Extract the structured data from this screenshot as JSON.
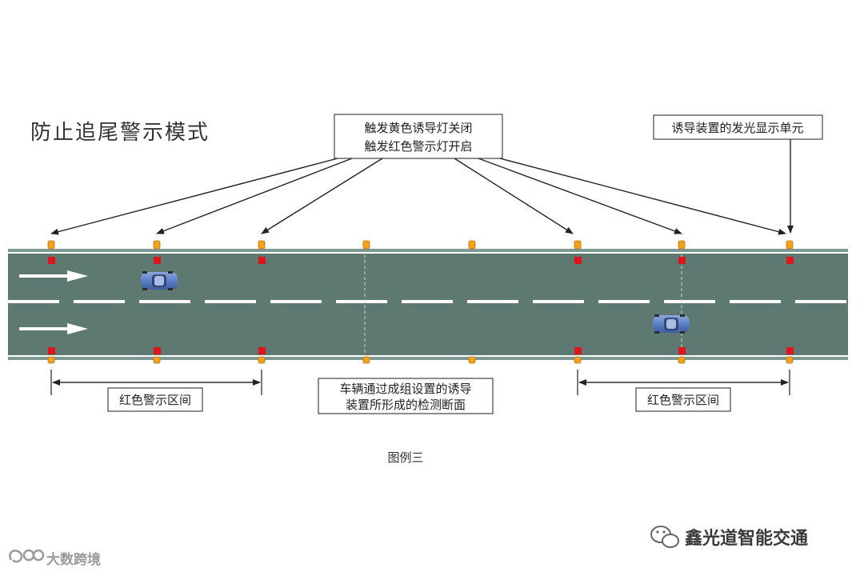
{
  "title": "防止追尾警示模式",
  "callout_trigger": {
    "line1": "触发黄色诱导灯关闭",
    "line2": "触发红色警示灯开启"
  },
  "callout_unit": "诱导装置的发光显示单元",
  "left_interval_label": "红色警示区间",
  "right_interval_label": "红色警示区间",
  "detection_label": {
    "line1": "车辆通过成组设置的诱导",
    "line2": "装置所形成的检测断面"
  },
  "caption": "图例三",
  "watermark_left": "大数跨境",
  "watermark_right": "鑫光道智能交通",
  "colors": {
    "road": "#5e7872",
    "road_edge": "#7f9a95",
    "lane_marking": "#ffffff",
    "red_warning_light": "#e0141c",
    "yellow_guide_light": "#f2a21a",
    "car": "#5b7fc4"
  }
}
